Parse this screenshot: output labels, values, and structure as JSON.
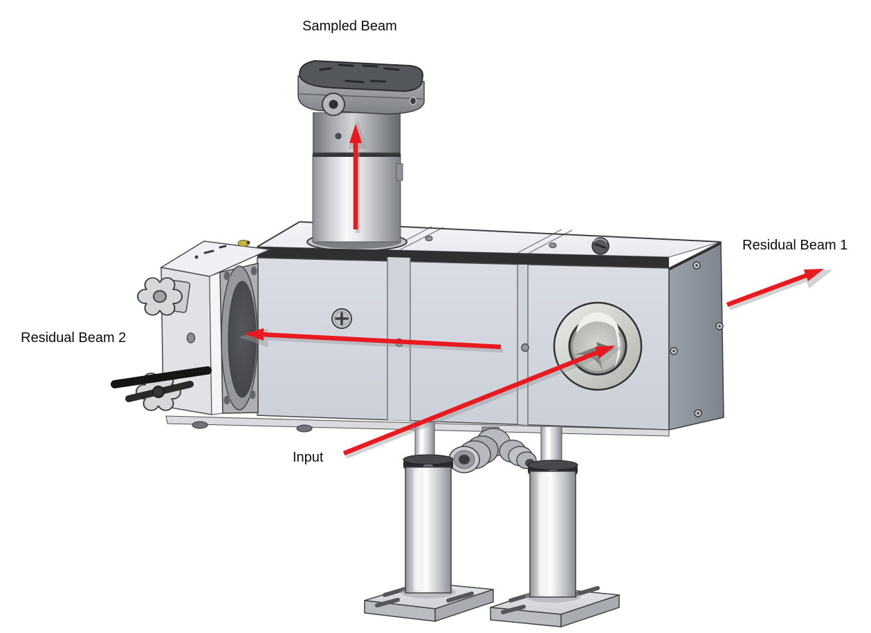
{
  "diagram": {
    "type": "labeled-illustration",
    "subject": "Optical beam sampler assembly on two mounting posts with labeled beam paths",
    "labels": {
      "sampled_beam": "Sampled Beam",
      "residual_beam_1": "Residual Beam 1",
      "residual_beam_2": "Residual Beam 2",
      "input": "Input"
    },
    "colors": {
      "arrow": "#e81a1f",
      "background": "#ffffff",
      "text": "#0b0b0b"
    },
    "parts": [
      "detector-head",
      "sampling-tube",
      "main-housing",
      "left-exit-port-module",
      "adjustment-knobs",
      "input-aperture",
      "hose-fitting",
      "mounting-post-left",
      "mounting-post-right",
      "base-plate-left",
      "base-plate-right"
    ]
  }
}
